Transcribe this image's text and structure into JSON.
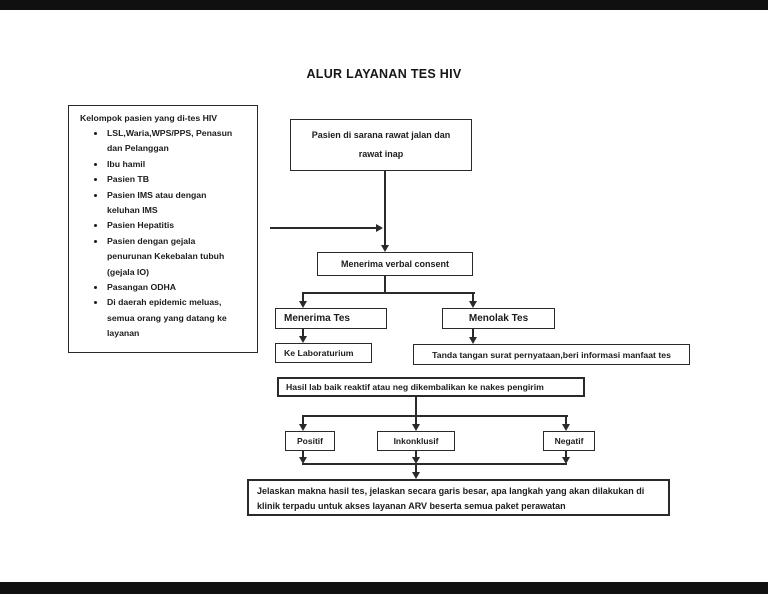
{
  "page": {
    "title": "ALUR LAYANAN TES HIV"
  },
  "patient_groups": {
    "heading": "Kelompok pasien yang di-tes HIV",
    "items": [
      "LSL,Waria,WPS/PPS, Penasun dan Pelanggan",
      "Ibu hamil",
      "Pasien TB",
      "Pasien IMS atau dengan keluhan IMS",
      "Pasien Hepatitis",
      "Pasien dengan gejala penurunan Kekebalan tubuh (gejala IO)",
      "Pasangan ODHA",
      "Di daerah epidemic meluas, semua orang yang datang ke layanan"
    ]
  },
  "flow": {
    "start": "Pasien di  sarana rawat jalan dan rawat inap",
    "verbal_consent": "Menerima verbal consent",
    "accept": "Menerima Tes",
    "refuse": "Menolak Tes",
    "lab": "Ke Laboraturium",
    "refusal_action": "Tanda tangan surat pernyataan,beri  informasi manfaat tes",
    "lab_result": "Hasil lab baik reaktif atau neg dikembalikan ke nakes pengirim",
    "positive": "Positif",
    "inconclusive": "Inkonklusif",
    "negative": "Negatif",
    "final_explanation": "Jelaskan makna hasil tes, jelaskan secara garis besar, apa langkah yang akan dilakukan di klinik terpadu untuk akses layanan ARV beserta semua paket perawatan"
  },
  "colors": {
    "ink": "#2a2a2a",
    "paper": "#ffffff",
    "letterbox": "#101010"
  }
}
